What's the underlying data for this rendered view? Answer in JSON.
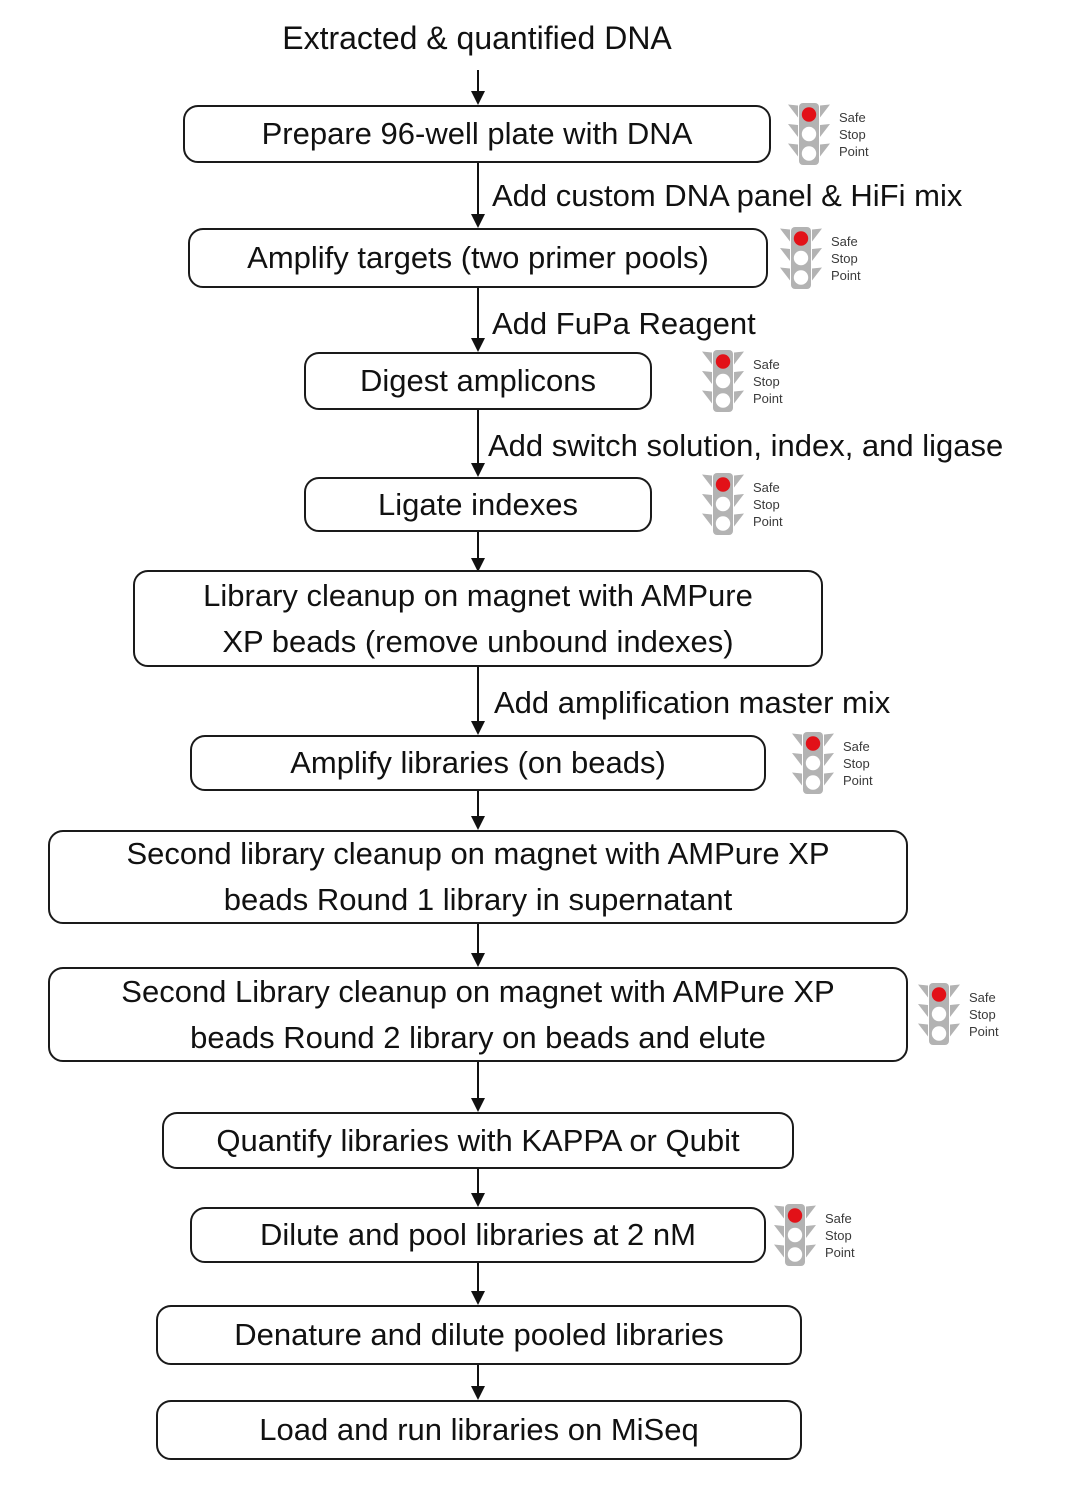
{
  "start_label": "Extracted & quantified DNA",
  "steps": [
    {
      "label": "Prepare 96-well plate with DNA",
      "safe_stop_point": true
    },
    {
      "label": "Amplify targets (two primer pools)",
      "safe_stop_point": true
    },
    {
      "label": "Digest amplicons",
      "safe_stop_point": true
    },
    {
      "label": "Ligate indexes",
      "safe_stop_point": true
    },
    {
      "label": "Library cleanup on magnet with AMPure\nXP beads (remove unbound indexes)",
      "safe_stop_point": false
    },
    {
      "label": "Amplify libraries (on beads)",
      "safe_stop_point": true
    },
    {
      "label": "Second library cleanup on magnet with AMPure XP\nbeads Round 1 library in supernatant",
      "safe_stop_point": false
    },
    {
      "label": "Second Library cleanup on magnet with AMPure XP\nbeads Round 2 library on beads and elute",
      "safe_stop_point": true
    },
    {
      "label": "Quantify libraries with KAPPA or Qubit",
      "safe_stop_point": false
    },
    {
      "label": "Dilute and pool libraries at 2 nM",
      "safe_stop_point": true
    },
    {
      "label": "Denature and dilute pooled libraries",
      "safe_stop_point": false
    },
    {
      "label": "Load and run libraries on MiSeq",
      "safe_stop_point": false
    }
  ],
  "arrow_labels": [
    "Add custom DNA panel & HiFi mix",
    "Add FuPa Reagent",
    "Add switch solution, index, and ligase",
    "Add amplification master mix"
  ],
  "safe_stop_point": {
    "lines": [
      "Safe",
      "Stop",
      "Point"
    ]
  },
  "colors": {
    "traffic_light_red": "#e21118",
    "traffic_light_gray": "#b3b3b3",
    "box_border": "#1a1a1a",
    "text": "#111111"
  }
}
